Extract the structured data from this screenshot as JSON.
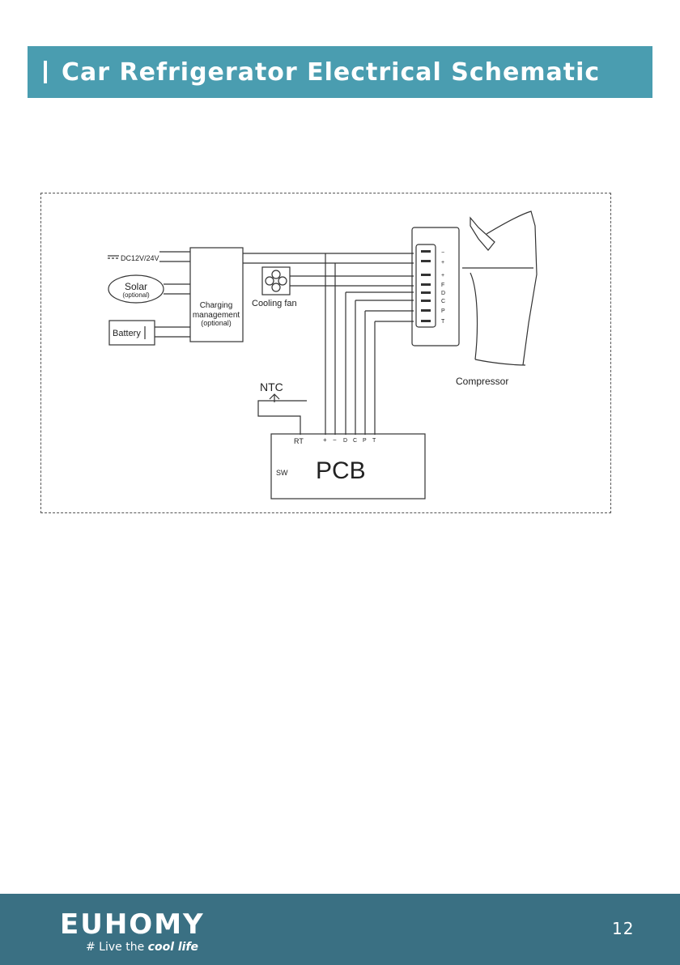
{
  "header": {
    "title": "Car Refrigerator Electrical Schematic"
  },
  "diagram": {
    "power_label": "DC12V/24V",
    "solar_label": "Solar",
    "solar_sub": "(optional)",
    "battery_label": "Battery",
    "charging_line1": "Charging",
    "charging_line2": "management",
    "charging_line3": "(optional)",
    "fan_label": "Cooling fan",
    "compressor_label": "Compressor",
    "terminals": [
      "−",
      "+",
      "+",
      "F",
      "D",
      "C",
      "P",
      "T"
    ],
    "ntc_label": "NTC",
    "pcb_label": "PCB",
    "pcb_rt": "RT",
    "pcb_sw": "SW",
    "pcb_pins": [
      "+",
      "−",
      "D",
      "C",
      "P",
      "T"
    ]
  },
  "footer": {
    "brand": "EUHOMY",
    "tagline_prefix": "# Live the ",
    "tagline_emphasis": "cool life",
    "page_number": "12"
  }
}
